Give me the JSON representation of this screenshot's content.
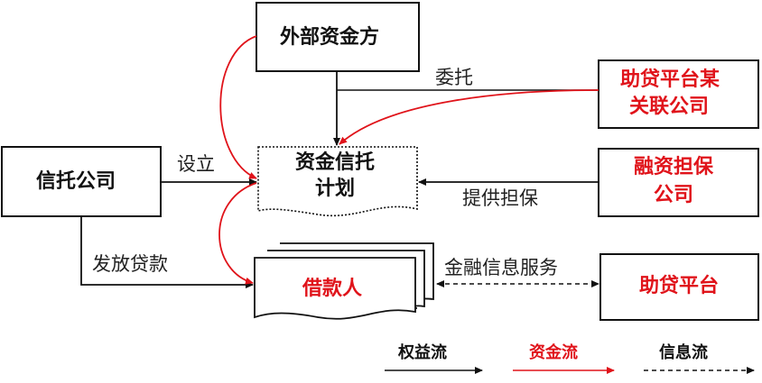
{
  "nodes": {
    "external_funder": "外部资金方",
    "trust_company": "信托公司",
    "trust_plan_line1": "资金信托",
    "trust_plan_line2": "计划",
    "affiliate_line1": "助贷平台某",
    "affiliate_line2": "关联公司",
    "guarantor_line1": "融资担保",
    "guarantor_line2": "公司",
    "borrower": "借款人",
    "platform": "助贷平台"
  },
  "edges": {
    "entrust": "委托",
    "establish": "设立",
    "guarantee": "提供担保",
    "issue_loan": "发放贷款",
    "fin_info_service": "金融信息服务"
  },
  "legend": {
    "rights_flow": "权益流",
    "fund_flow": "资金流",
    "info_flow": "信息流"
  },
  "colors": {
    "black": "#111111",
    "red": "#e0131a"
  }
}
